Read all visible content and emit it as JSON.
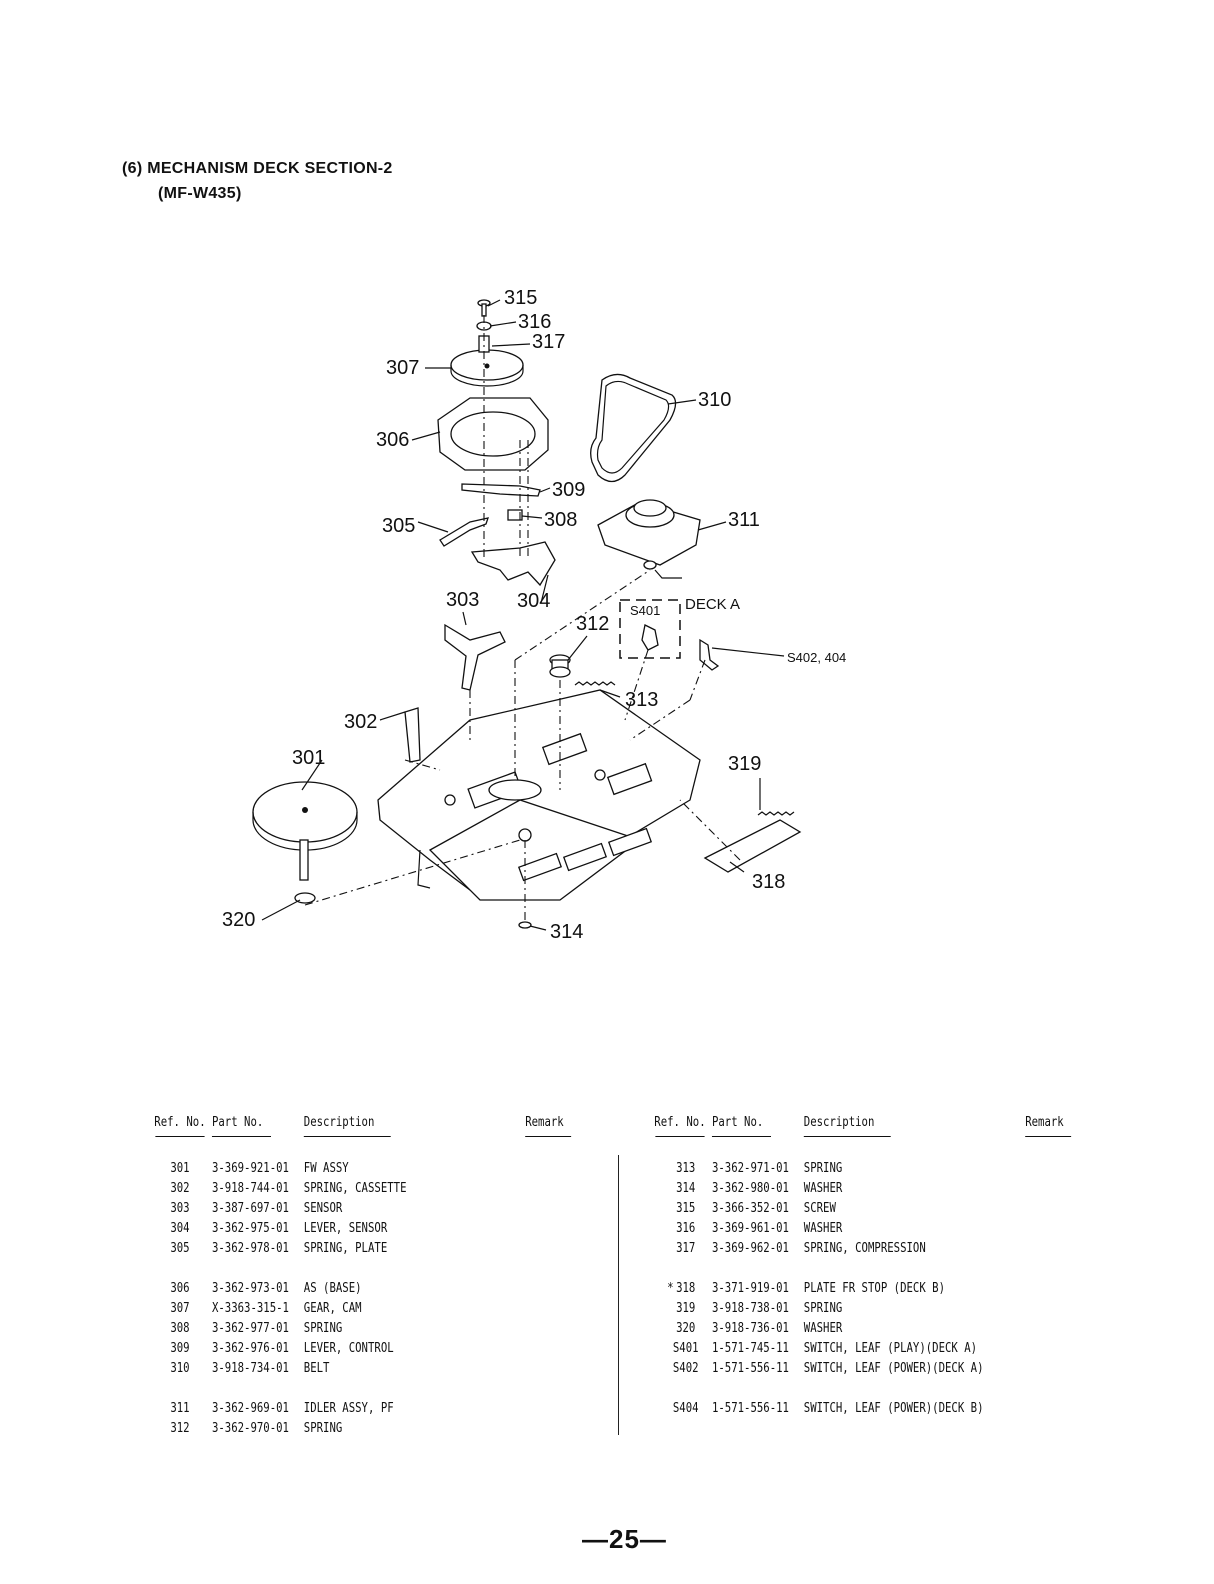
{
  "header": {
    "title": "(6)  MECHANISM  DECK  SECTION-2",
    "model": "(MF-W435)"
  },
  "diagram": {
    "callouts": {
      "c301": "301",
      "c302": "302",
      "c303": "303",
      "c304": "304",
      "c305": "305",
      "c306": "306",
      "c307": "307",
      "c308": "308",
      "c309": "309",
      "c310": "310",
      "c311": "311",
      "c312": "312",
      "c313": "313",
      "c314": "314",
      "c315": "315",
      "c316": "316",
      "c317": "317",
      "c318": "318",
      "c319": "319",
      "c320": "320",
      "s401": "S401",
      "s402": "S402, 404",
      "deck_a": "DECK  A"
    }
  },
  "table": {
    "headers": {
      "ref": "Ref. No.",
      "part": "Part No.",
      "desc": "Description",
      "remark": "Remark"
    },
    "left": [
      {
        "ref": "301",
        "part": "3-369-921-01",
        "desc": "FW ASSY"
      },
      {
        "ref": "302",
        "part": "3-918-744-01",
        "desc": "SPRING, CASSETTE"
      },
      {
        "ref": "303",
        "part": "3-387-697-01",
        "desc": "SENSOR"
      },
      {
        "ref": "304",
        "part": "3-362-975-01",
        "desc": "LEVER, SENSOR"
      },
      {
        "ref": "305",
        "part": "3-362-978-01",
        "desc": "SPRING, PLATE"
      },
      {
        "ref": "306",
        "part": "3-362-973-01",
        "desc": "AS (BASE)"
      },
      {
        "ref": "307",
        "part": "X-3363-315-1",
        "desc": "GEAR, CAM"
      },
      {
        "ref": "308",
        "part": "3-362-977-01",
        "desc": "SPRING"
      },
      {
        "ref": "309",
        "part": "3-362-976-01",
        "desc": "LEVER, CONTROL"
      },
      {
        "ref": "310",
        "part": "3-918-734-01",
        "desc": "BELT"
      },
      {
        "ref": "311",
        "part": "3-362-969-01",
        "desc": "IDLER ASSY, PF"
      },
      {
        "ref": "312",
        "part": "3-362-970-01",
        "desc": "SPRING"
      }
    ],
    "right": [
      {
        "mark": "",
        "ref": "313",
        "part": "3-362-971-01",
        "desc": "SPRING"
      },
      {
        "mark": "",
        "ref": "314",
        "part": "3-362-980-01",
        "desc": "WASHER"
      },
      {
        "mark": "",
        "ref": "315",
        "part": "3-366-352-01",
        "desc": "SCREW"
      },
      {
        "mark": "",
        "ref": "316",
        "part": "3-369-961-01",
        "desc": "WASHER"
      },
      {
        "mark": "",
        "ref": "317",
        "part": "3-369-962-01",
        "desc": "SPRING, COMPRESSION"
      },
      {
        "mark": "*",
        "ref": "318",
        "part": "3-371-919-01",
        "desc": "PLATE FR STOP (DECK B)"
      },
      {
        "mark": "",
        "ref": "319",
        "part": "3-918-738-01",
        "desc": "SPRING"
      },
      {
        "mark": "",
        "ref": "320",
        "part": "3-918-736-01",
        "desc": "WASHER"
      },
      {
        "mark": "",
        "ref": "S401",
        "part": "1-571-745-11",
        "desc": "SWITCH, LEAF (PLAY)(DECK A)"
      },
      {
        "mark": "",
        "ref": "S402",
        "part": "1-571-556-11",
        "desc": "SWITCH, LEAF (POWER)(DECK A)"
      },
      {
        "mark": "",
        "ref": "S404",
        "part": "1-571-556-11",
        "desc": "SWITCH, LEAF (POWER)(DECK B)"
      }
    ]
  },
  "footer": {
    "page_number": "—25—"
  }
}
